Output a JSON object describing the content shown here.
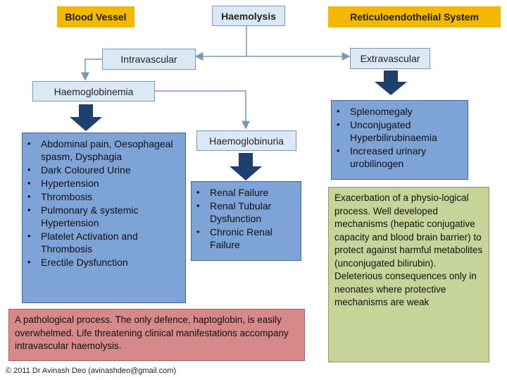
{
  "header": {
    "left_label": "Blood Vessel",
    "center_label": "Haemolysis",
    "right_label": "Reticuloendothelial System"
  },
  "nodes": {
    "intravascular": "Intravascular",
    "extravascular": "Extravascular",
    "haemoglobinemia": "Haemoglobinemia",
    "haemoglobinuria": "Haemoglobinuria"
  },
  "lists": {
    "haemoglobinemia_effects": [
      "Abdominal pain, Oesophageal spasm, Dysphagia",
      "Dark Coloured Urine",
      "Hypertension",
      "Thrombosis",
      "Pulmonary  & systemic Hypertension",
      "Platelet Activation and Thrombosis",
      "Erectile Dysfunction"
    ],
    "haemoglobinuria_effects": [
      "Renal Failure",
      "Renal Tubular Dysfunction",
      "Chronic Renal Failure"
    ],
    "extravascular_effects": [
      "Splenomegaly",
      "Unconjugated Hyperbilirubinaemia",
      "Increased urinary urobilinogen"
    ]
  },
  "notes": {
    "intravascular_note": "A pathological process. The only defence, haptoglobin, is easily overwhelmed. Life threatening  clinical manifestations accompany intravascular haemolysis.",
    "extravascular_note": "Exacerbation of a physio-logical process. Well developed mechanisms (hepatic conjugative capacity and blood brain barrier) to protect against harmful metabolites (unconjugated bilirubin). Deleterious consequences only in neonates where protective mechanisms are weak"
  },
  "footer": {
    "copyright": "© 2011 Dr Avinash Deo (avinashdeo@gmail.com)"
  },
  "colors": {
    "label_yellow": "#f5b800",
    "node_fill": "#dbe9f6",
    "list_fill": "#7ea3d6",
    "arrow_dark": "#1f3f6e",
    "connector": "#7c98b6",
    "note_red": "#d6888a",
    "note_green": "#c6d49a"
  }
}
